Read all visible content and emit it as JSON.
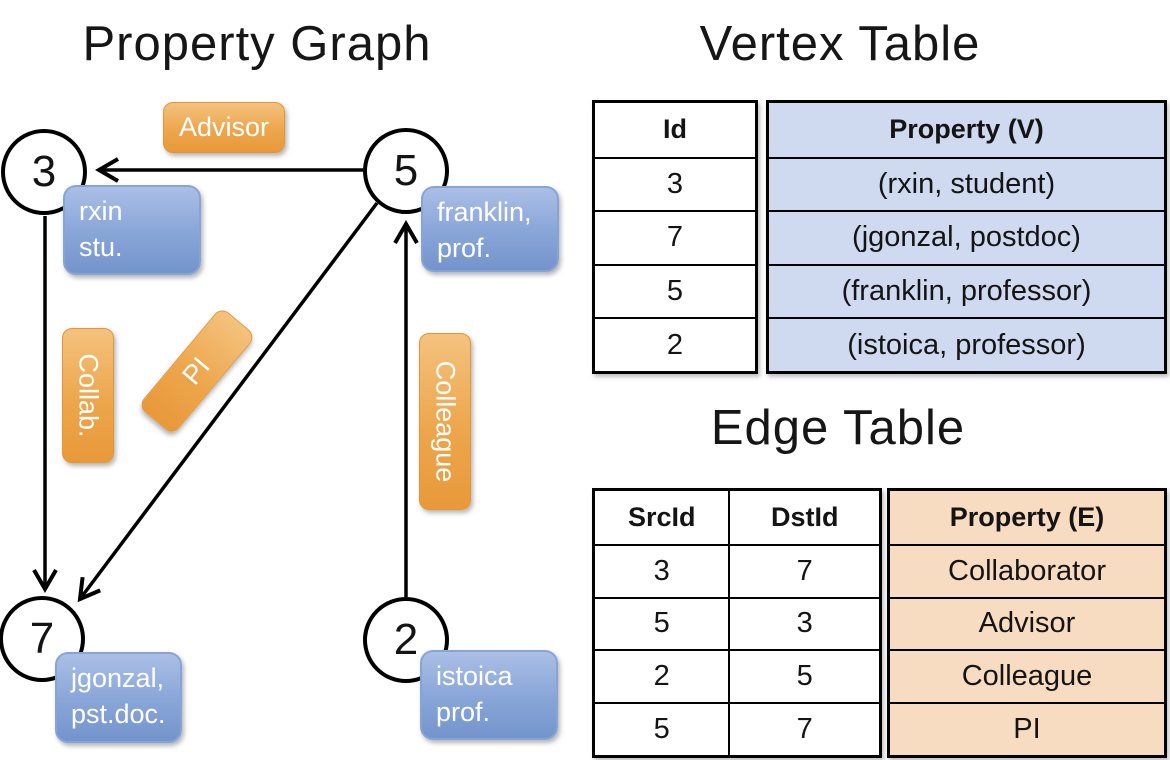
{
  "graph": {
    "title": "Property Graph",
    "nodes": [
      {
        "id": "3",
        "line1": "rxin",
        "line2": "stu."
      },
      {
        "id": "5",
        "line1": "franklin,",
        "line2": "prof."
      },
      {
        "id": "7",
        "line1": "jgonzal,",
        "line2": "pst.doc."
      },
      {
        "id": "2",
        "line1": "istoica",
        "line2": "prof."
      }
    ],
    "edges": [
      {
        "label": "Advisor"
      },
      {
        "label": "Collab."
      },
      {
        "label": "PI"
      },
      {
        "label": "Colleague"
      }
    ]
  },
  "vertex_table": {
    "title": "Vertex Table",
    "columns": {
      "id": "Id",
      "property": "Property (V)"
    },
    "rows": [
      {
        "id": "3",
        "property": "(rxin, student)"
      },
      {
        "id": "7",
        "property": "(jgonzal, postdoc)"
      },
      {
        "id": "5",
        "property": "(franklin, professor)"
      },
      {
        "id": "2",
        "property": "(istoica, professor)"
      }
    ]
  },
  "edge_table": {
    "title": "Edge Table",
    "columns": {
      "src": "SrcId",
      "dst": "DstId",
      "property": "Property (E)"
    },
    "rows": [
      {
        "src": "3",
        "dst": "7",
        "property": "Collaborator"
      },
      {
        "src": "5",
        "dst": "3",
        "property": "Advisor"
      },
      {
        "src": "2",
        "dst": "5",
        "property": "Colleague"
      },
      {
        "src": "5",
        "dst": "7",
        "property": "PI"
      }
    ]
  },
  "colors": {
    "edge_pill_top": "#f4c27e",
    "edge_pill_bottom": "#e8993a",
    "vertex_box_top": "#aabfe6",
    "vertex_box_bottom": "#7394cc",
    "vertex_table_fill": "#cfdaf0",
    "edge_table_fill": "#f7dcc2",
    "line_color": "#000000"
  }
}
